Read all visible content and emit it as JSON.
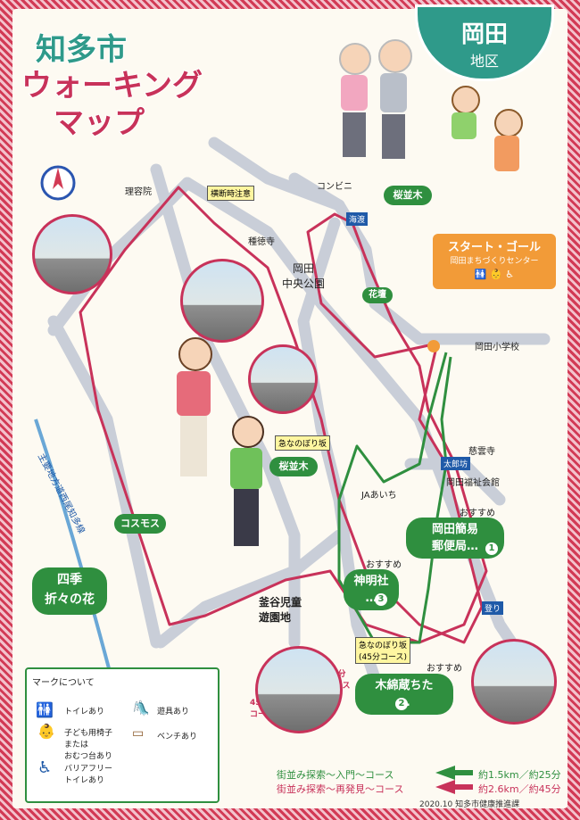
{
  "title": {
    "line1": "知多市",
    "line2": "ウォーキング",
    "line3": "マップ"
  },
  "district": {
    "name": "岡田",
    "sub": "地区"
  },
  "start": {
    "title": "スタート・ゴール",
    "sub": "岡田まちづくりセンター"
  },
  "places": {
    "barber": "理容院",
    "caution": "横断時注意",
    "convenience": "コンビニ",
    "shutokuji": "種徳寺",
    "park": "岡田\n中央公園",
    "sakura1": "桜並木",
    "kaden": "花壇",
    "okada_school": "岡田小学校",
    "jiunji": "慈雲寺",
    "fukushi": "岡田福祉会館",
    "ja": "JAあいち",
    "sakura2": "桜並木",
    "cosmos": "コスモス",
    "shiki": "四季\n折々の花",
    "kamaya": "釜谷児童\n遊園地",
    "road": "主要地方道西尾知多線",
    "steep1": "急なのぼり坂",
    "steep2": "急なのぼり坂\n(45分コース)",
    "min25": "25分\nコース",
    "min45": "45分\nコース"
  },
  "signals": {
    "kaido": "海渡",
    "tarobou": "太郎坊",
    "nobori": "登り"
  },
  "recommend": [
    {
      "tag": "おすすめ",
      "name": "岡田簡易\n郵便局…",
      "num": "1"
    },
    {
      "tag": "おすすめ",
      "name": "神明社\n…",
      "num": "3"
    },
    {
      "tag": "おすすめ",
      "name": "木綿蔵ちた\n…",
      "num": "2"
    }
  ],
  "legend": {
    "heading": "マークについて",
    "toilet": "トイレあり",
    "play": "遊具あり",
    "child": "子ども用椅子\nまたは\nおむつ台あり",
    "bench": "ベンチあり",
    "barrierfree": "バリアフリー\nトイレあり"
  },
  "courses": [
    {
      "name": "街並み探索～入門～コース",
      "dist": "約1.5km／約25分",
      "color": "#2f8f3f"
    },
    {
      "name": "街並み探索～再発見～コース",
      "dist": "約2.6km／約45分",
      "color": "#c8325a"
    }
  ],
  "footer": "2020.10 知多市健康推進課"
}
